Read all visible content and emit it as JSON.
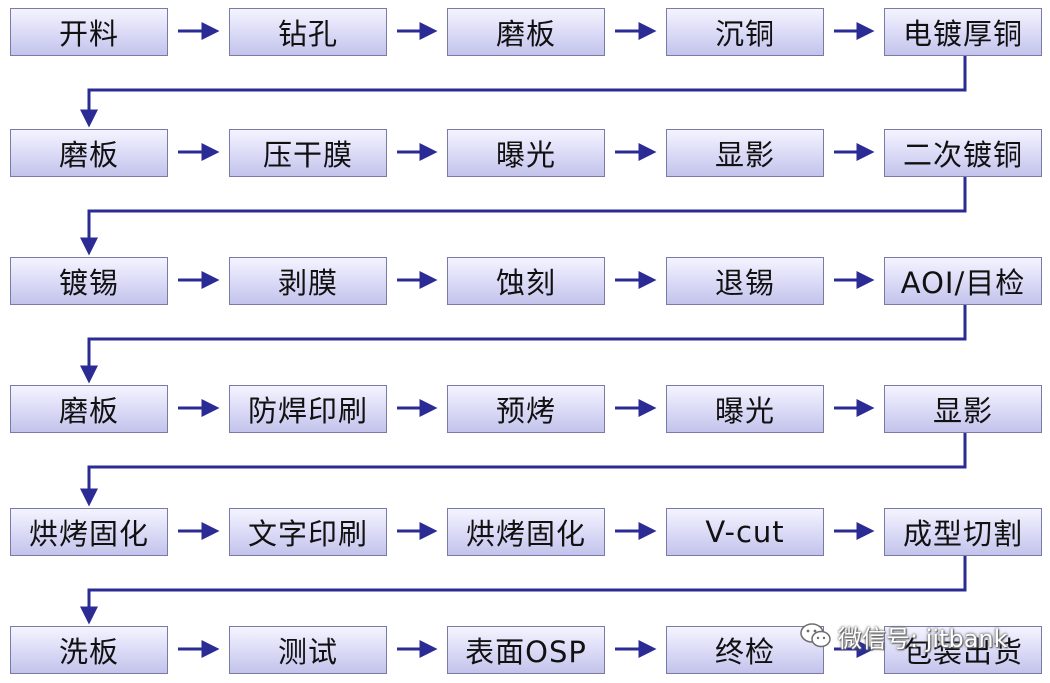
{
  "flow": {
    "rows": [
      [
        "开料",
        "钻孔",
        "磨板",
        "沉铜",
        "电镀厚铜"
      ],
      [
        "磨板",
        "压干膜",
        "曝光",
        "显影",
        "二次镀铜"
      ],
      [
        "镀锡",
        "剥膜",
        "蚀刻",
        "退锡",
        "AOI/目检"
      ],
      [
        "磨板",
        "防焊印刷",
        "预烤",
        "曝光",
        "显影"
      ],
      [
        "烘烤固化",
        "文字印刷",
        "烘烤固化",
        "V-cut",
        "成型切割"
      ],
      [
        "洗板",
        "测试",
        "表面OSP",
        "终检",
        "包装出货"
      ]
    ]
  },
  "colors": {
    "arrow": "#2b2b96",
    "box_border": "#7a7aa6",
    "box_fill_top": "#f4f4ff",
    "box_fill_bottom": "#c3c3ec"
  },
  "watermark": {
    "text": "微信号: jitbank",
    "icon": "wechat-icon"
  }
}
